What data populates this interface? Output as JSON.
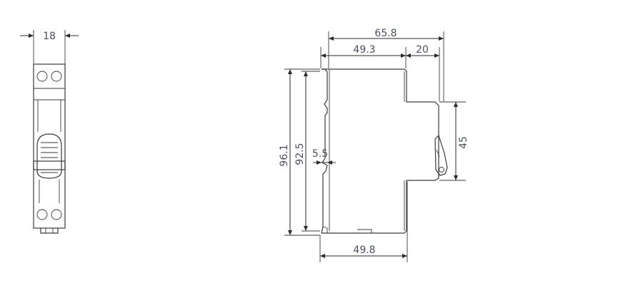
{
  "front_view": {
    "width_label": "18"
  },
  "side_view": {
    "overall_depth_label": "65.8",
    "body_depth_label": "49.3",
    "cap_depth_label": "20",
    "overall_height_label": "96.1",
    "body_height_label": "92.5",
    "clip_label": "5.5",
    "cap_height_label": "45",
    "base_depth_label": "49.8"
  },
  "colors": {
    "line": "#3a3a3a",
    "text": "#4a4f63",
    "background": "#ffffff"
  }
}
